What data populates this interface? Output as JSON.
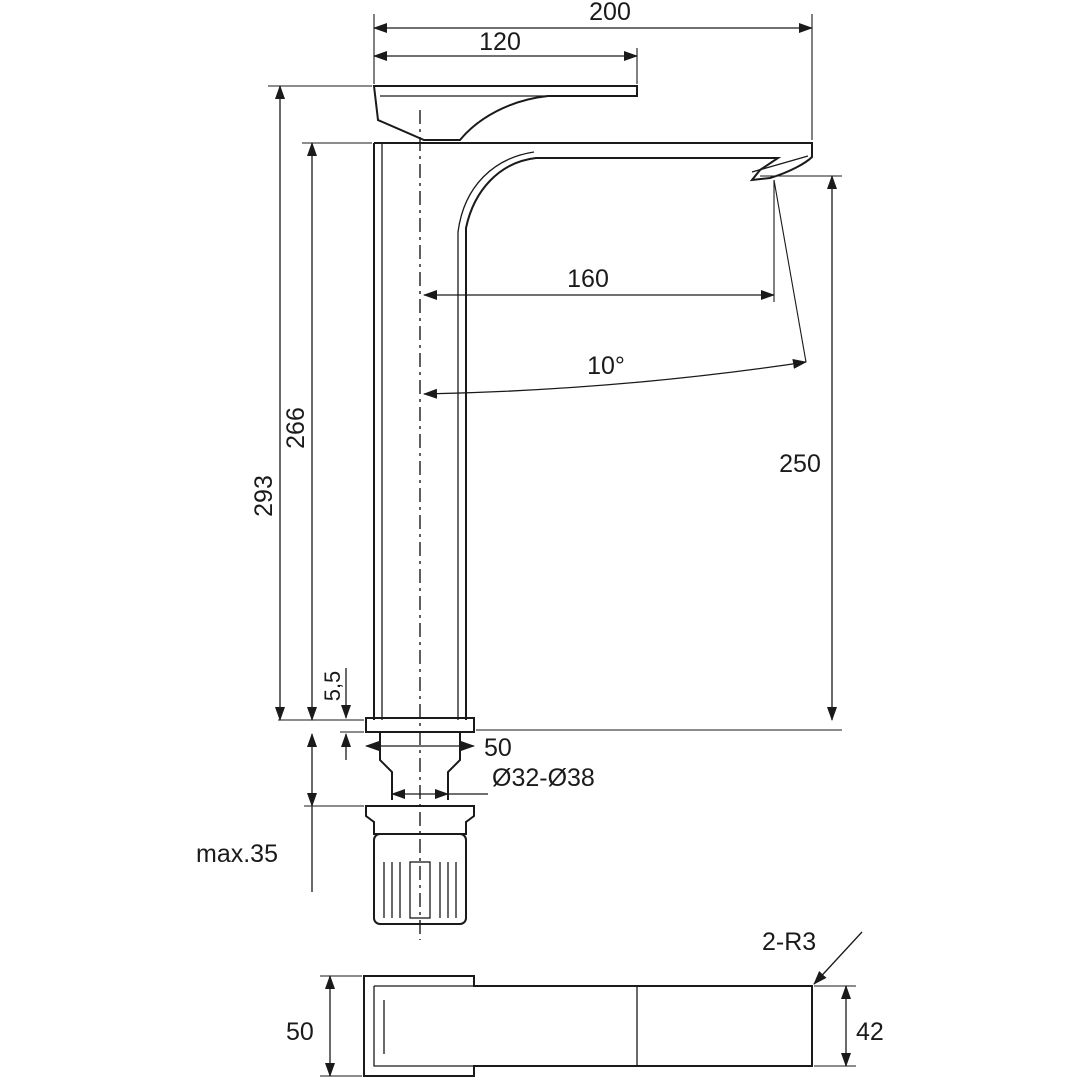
{
  "dimensions": {
    "overall_width": "200",
    "lever_length": "120",
    "spout_reach": "160",
    "swivel_angle": "10°",
    "spout_height": "250",
    "height_to_spout_top": "266",
    "overall_height": "293",
    "base_plate_thickness": "5,5",
    "base_diameter": "50",
    "hole_range": "Ø32-Ø38",
    "max_counter_thickness": "max.35",
    "corner_radius": "2-R3",
    "base_depth": "50",
    "spout_depth": "42"
  }
}
